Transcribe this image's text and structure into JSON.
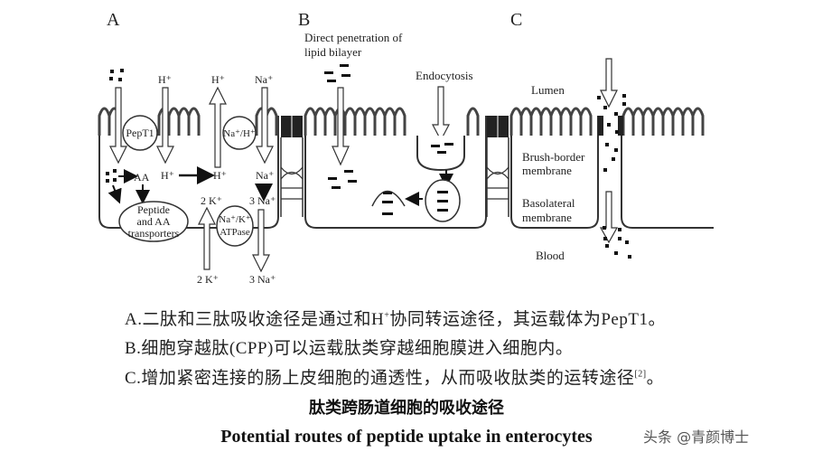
{
  "panels": {
    "A": {
      "letter": "A",
      "pept1": "PepT1",
      "h_top_1": "H⁺",
      "h_top_2": "H⁺",
      "na_top": "Na⁺",
      "exchanger": "Na⁺/H⁺",
      "aa": "AA",
      "h_mid_1": "H⁺",
      "h_mid_2": "H⁺",
      "na_mid": "Na⁺",
      "k_in": "2 K⁺",
      "na_out": "3 Na⁺",
      "transporter_l1": "Peptide",
      "transporter_l2": "and AA",
      "transporter_l3": "transporters",
      "atpase_l1": "Na⁺/K⁺",
      "atpase_l2": "ATPase",
      "k_bottom": "2 K⁺",
      "na_bottom": "3 Na⁺"
    },
    "B": {
      "letter": "B",
      "direct_l1": "Direct penetration of",
      "direct_l2": "lipid bilayer",
      "endocytosis": "Endocytosis"
    },
    "C": {
      "letter": "C",
      "lumen": "Lumen",
      "brush_l1": "Brush-border",
      "brush_l2": "membrane",
      "baso_l1": "Basolateral",
      "baso_l2": "membrane",
      "blood": "Blood"
    }
  },
  "captions": {
    "a_pre": "A.二肽和三肽吸收途径是通过和H",
    "a_sup": "+",
    "a_post": "协同转运途径，其运载体为PepT1。",
    "b": "B.细胞穿越肽(CPP)可以运载肽类穿越细胞膜进入细胞内。",
    "c_pre": "C.增加紧密连接的肠上皮细胞的通透性，从而吸收肽类的运转途径",
    "c_ref": "[2]",
    "c_post": "。"
  },
  "title_cn": "肽类跨肠道细胞的吸收途径",
  "title_en": "Potential routes of peptide uptake in enterocytes",
  "watermark": "头条 @青颜博士"
}
